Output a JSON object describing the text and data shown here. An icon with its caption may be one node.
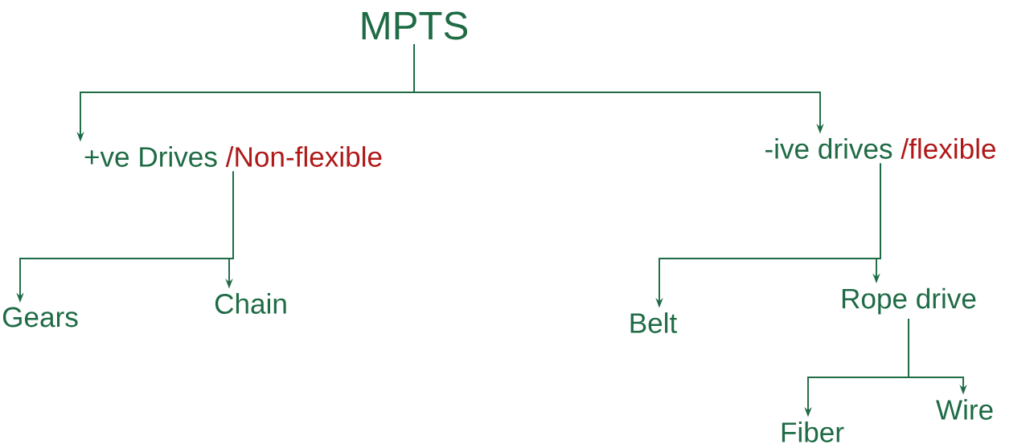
{
  "diagram": {
    "nodes": [
      {
        "text": [
          "MPTS"
        ]
      },
      {
        "text": [
          "+ve Drives",
          "/Non-flexible"
        ]
      },
      {
        "text": [
          "-ive drives",
          "/flexible"
        ]
      },
      {
        "text": [
          "Gears"
        ]
      },
      {
        "text": [
          "Chain"
        ]
      },
      {
        "text": [
          "Belt"
        ]
      },
      {
        "text": [
          "Rope drive"
        ]
      },
      {
        "text": [
          "Fiber"
        ]
      },
      {
        "text": [
          "Wire"
        ]
      }
    ],
    "edges": [
      {
        "from": 0,
        "to": 1,
        "arrow": "to"
      },
      {
        "from": 0,
        "to": 2,
        "arrow": "to"
      },
      {
        "from": 1,
        "to": 3,
        "arrow": "to"
      },
      {
        "from": 1,
        "to": 4,
        "arrow": "to"
      },
      {
        "from": 2,
        "to": 5,
        "arrow": "to"
      },
      {
        "from": 2,
        "to": 6,
        "arrow": "to"
      },
      {
        "from": 6,
        "to": 7,
        "arrow": "to"
      },
      {
        "from": 6,
        "to": 8,
        "arrow": "to"
      }
    ]
  }
}
